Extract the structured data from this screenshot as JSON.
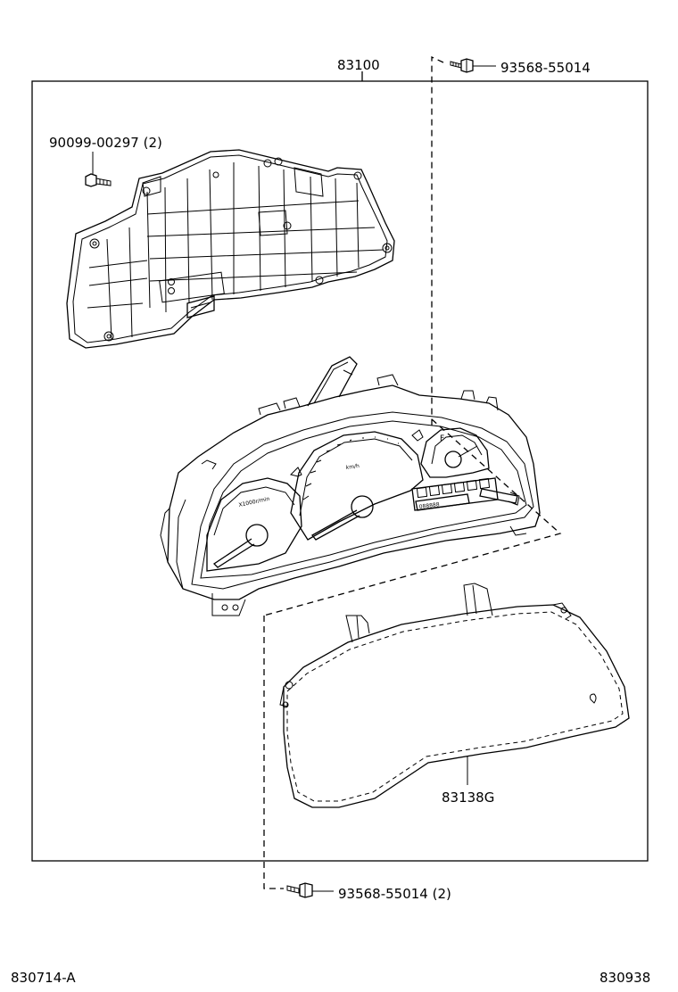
{
  "labels": {
    "assembly": "83100",
    "screw_top": "93568-55014",
    "bracket_screw": "90099-00297 (2)",
    "glass": "83138G",
    "screw_bottom": "93568-55014 (2)",
    "code_left": "830714-A",
    "code_right": "830938"
  },
  "gauge_text": {
    "tach_unit": "X1000r/min",
    "speed_unit": "km/h",
    "fuel_mark": "F",
    "odometer": "088888"
  }
}
